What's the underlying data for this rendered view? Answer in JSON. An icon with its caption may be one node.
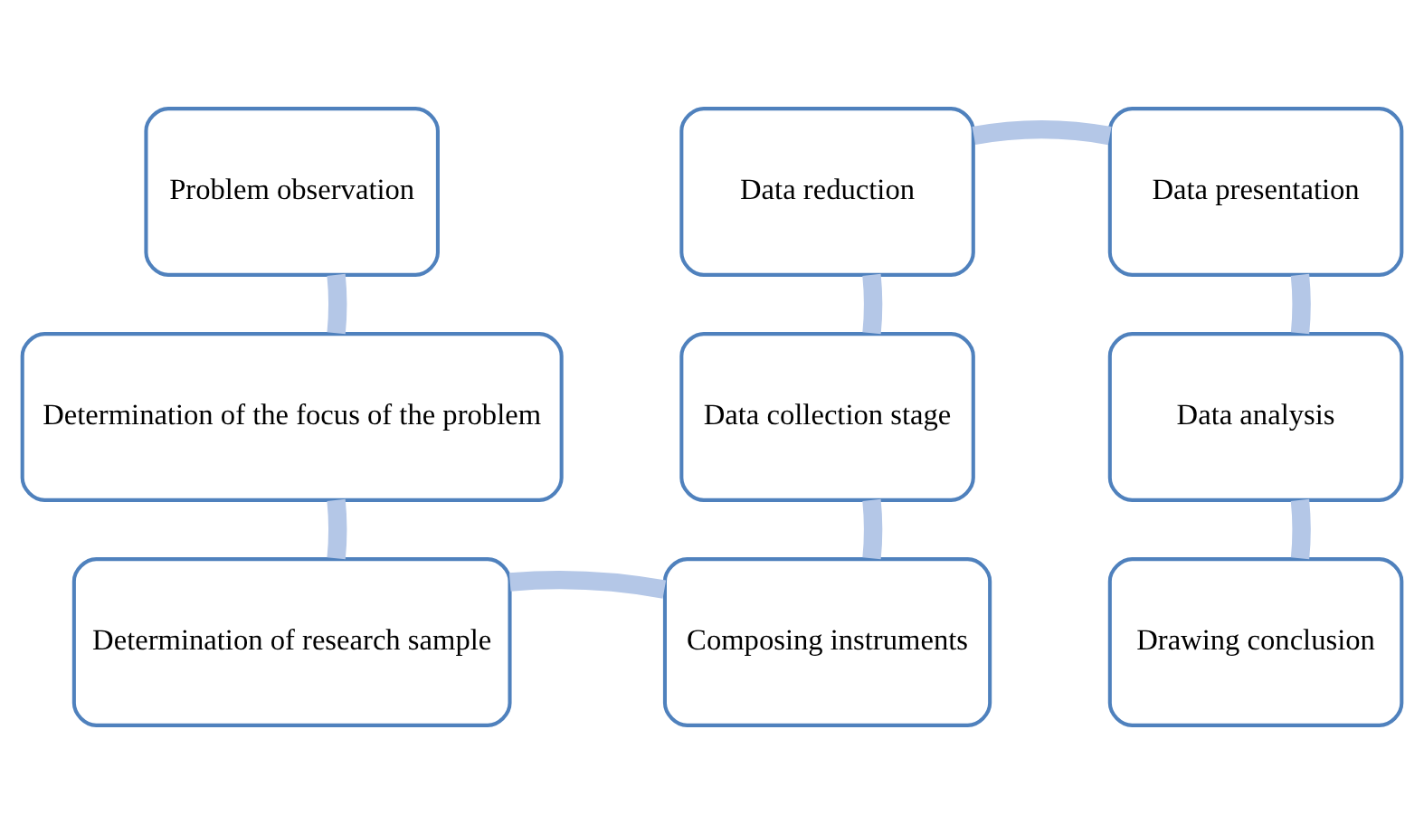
{
  "diagram": {
    "nodes": [
      {
        "text": [
          "Problem observation"
        ]
      },
      {
        "text": [
          "Determination of the focus of the problem"
        ]
      },
      {
        "text": [
          "Determination of research sample"
        ]
      },
      {
        "text": [
          "Composing instruments"
        ]
      },
      {
        "text": [
          "Data collection stage"
        ]
      },
      {
        "text": [
          "Data reduction"
        ]
      },
      {
        "text": [
          "Data presentation"
        ]
      },
      {
        "text": [
          "Data analysis"
        ]
      },
      {
        "text": [
          "Drawing conclusion"
        ]
      }
    ],
    "edges": [
      {
        "from": 0,
        "to": 1,
        "arrow": "none"
      },
      {
        "from": 1,
        "to": 2,
        "arrow": "none"
      },
      {
        "from": 2,
        "to": 3,
        "arrow": "none"
      },
      {
        "from": 3,
        "to": 4,
        "arrow": "none"
      },
      {
        "from": 4,
        "to": 5,
        "arrow": "none"
      },
      {
        "from": 5,
        "to": 6,
        "arrow": "none"
      },
      {
        "from": 6,
        "to": 7,
        "arrow": "none"
      },
      {
        "from": 7,
        "to": 8,
        "arrow": "none"
      }
    ]
  }
}
